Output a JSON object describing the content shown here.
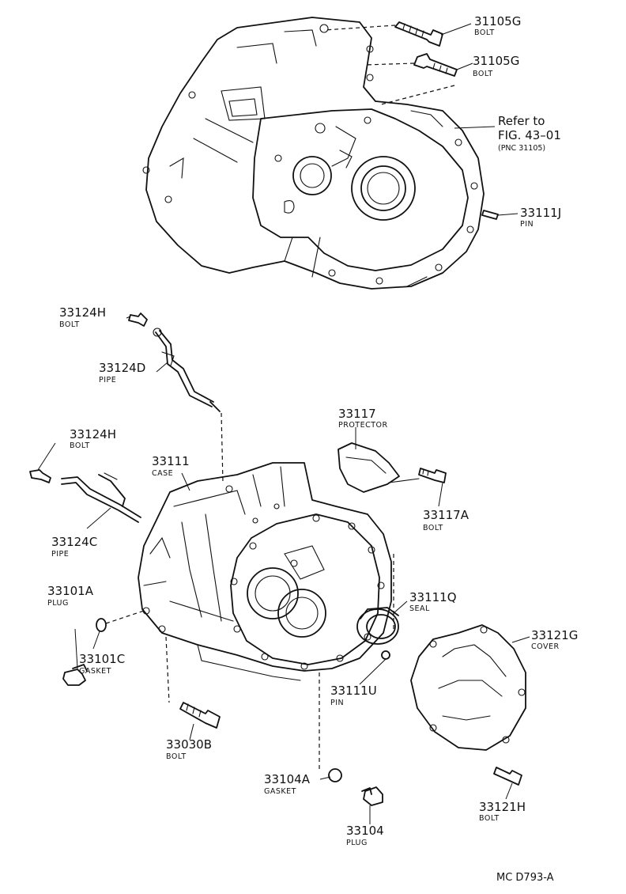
{
  "parts": [
    {
      "id": "p1",
      "number": "31105G",
      "name": "BOLT"
    },
    {
      "id": "p2",
      "number": "31105G",
      "name": "BOLT"
    },
    {
      "id": "p3",
      "number": "33111J",
      "name": "PIN"
    },
    {
      "id": "p4",
      "number": "33124H",
      "name": "BOLT"
    },
    {
      "id": "p5",
      "number": "33124D",
      "name": "PIPE"
    },
    {
      "id": "p6",
      "number": "33117",
      "name": "PROTECTOR"
    },
    {
      "id": "p7",
      "number": "33124H",
      "name": "BOLT"
    },
    {
      "id": "p8",
      "number": "33111",
      "name": "CASE"
    },
    {
      "id": "p9",
      "number": "33117A",
      "name": "BOLT"
    },
    {
      "id": "p10",
      "number": "33124C",
      "name": "PIPE"
    },
    {
      "id": "p11",
      "number": "33101A",
      "name": "PLUG"
    },
    {
      "id": "p12",
      "number": "33111Q",
      "name": "SEAL"
    },
    {
      "id": "p13",
      "number": "33121G",
      "name": "COVER"
    },
    {
      "id": "p14",
      "number": "33101C",
      "name": "GASKET"
    },
    {
      "id": "p15",
      "number": "33111U",
      "name": "PIN"
    },
    {
      "id": "p16",
      "number": "33030B",
      "name": "BOLT"
    },
    {
      "id": "p17",
      "number": "33104A",
      "name": "GASKET"
    },
    {
      "id": "p18",
      "number": "33121H",
      "name": "BOLT"
    },
    {
      "id": "p19",
      "number": "33104",
      "name": "PLUG"
    }
  ],
  "reference": {
    "line1": "Refer to",
    "line2": "FIG. 43–01",
    "line3": "(PNC 31105)"
  },
  "figure_code": "MC D793-A"
}
